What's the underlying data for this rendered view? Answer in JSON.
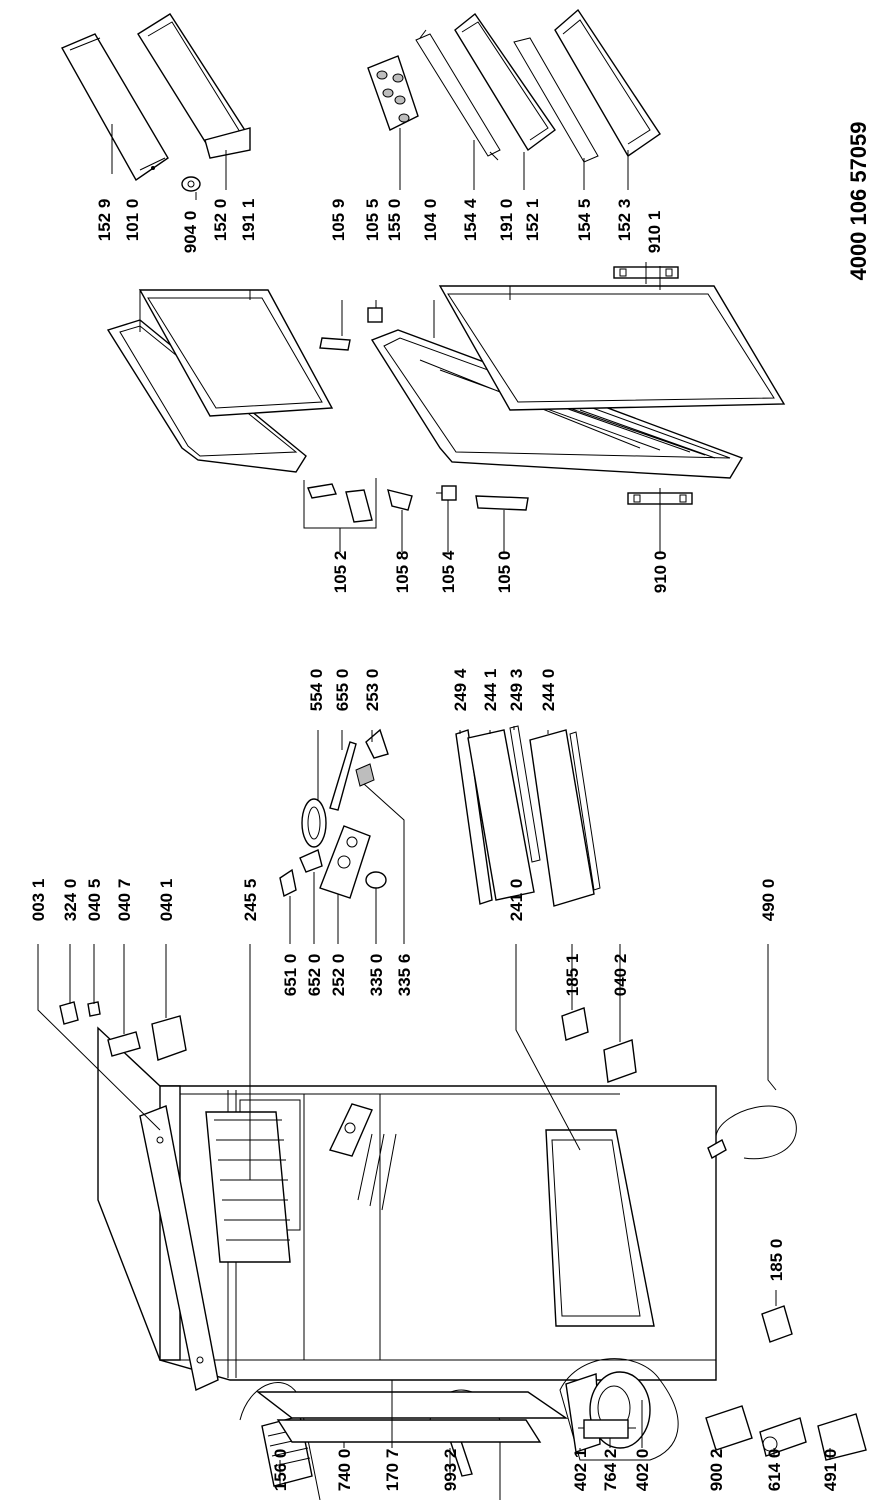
{
  "document_number": "4000 106 57059",
  "part_labels": {
    "p1529": "152 9",
    "p1010": "101 0",
    "p9040": "904 0",
    "p1520": "152 0",
    "p1911": "191 1",
    "p1059": "105 9",
    "p1055": "105 5",
    "p1550": "155 0",
    "p1040": "104 0",
    "p1544": "154 4",
    "p1910": "191 0",
    "p1521": "152 1",
    "p1545": "154 5",
    "p1523": "152 3",
    "p9101": "910 1",
    "p1052": "105 2",
    "p1058": "105 8",
    "p1054": "105 4",
    "p1050": "105 0",
    "p9100": "910 0",
    "p5540": "554 0",
    "p6550": "655 0",
    "p2530": "253 0",
    "p2494": "249 4",
    "p2441": "244 1",
    "p2493": "249 3",
    "p2440": "244 0",
    "p0031": "003 1",
    "p3240": "324 0",
    "p0405": "040 5",
    "p0407": "040 7",
    "p0401": "040 1",
    "p2455": "245 5",
    "p6510": "651 0",
    "p6520": "652 0",
    "p2520": "252 0",
    "p3350": "335 0",
    "p3356": "335 6",
    "p2410": "241 0",
    "p1851": "185 1",
    "p0402": "040 2",
    "p4900": "490 0",
    "p1850": "185 0",
    "p1560": "156 0",
    "p7400": "740 0",
    "p1707": "170 7",
    "p9932": "993 2",
    "p4021": "402 1",
    "p7642": "764 2",
    "p4020": "402 0",
    "p9002": "900 2",
    "p6140": "614 0",
    "p4910": "491 0"
  }
}
